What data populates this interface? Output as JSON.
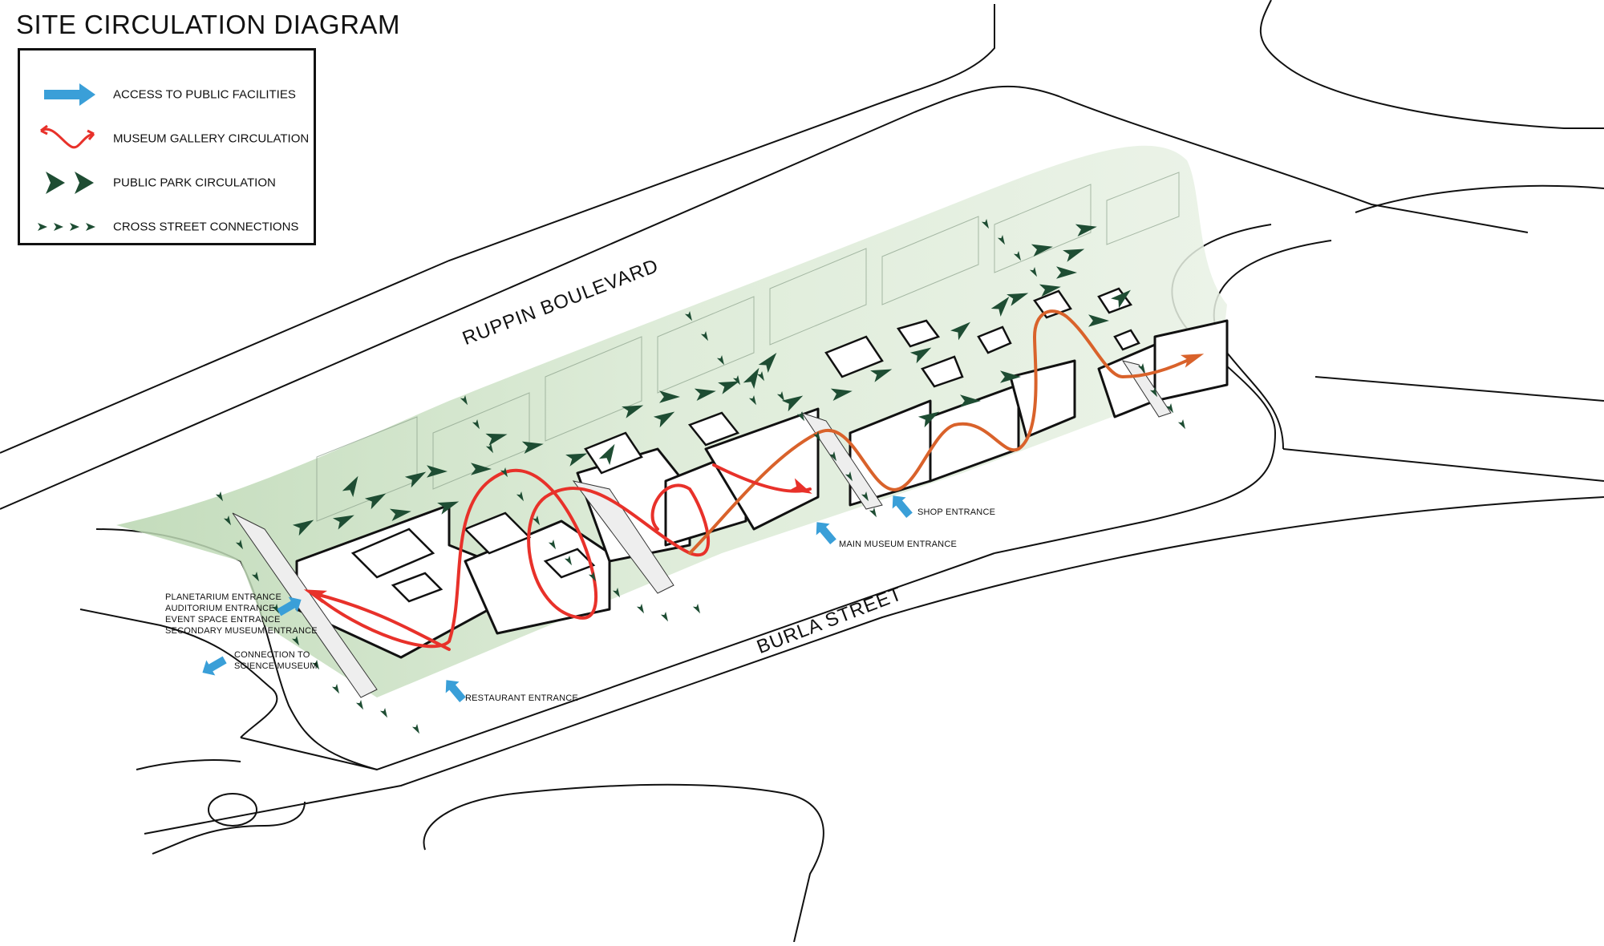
{
  "title": "SITE CIRCULATION DIAGRAM",
  "legend": {
    "items": [
      {
        "label": "ACCESS TO PUBLIC FACILITIES",
        "icon": "blue-arrow-icon"
      },
      {
        "label": "MUSEUM GALLERY CIRCULATION",
        "icon": "red-squiggle-arrow-icon"
      },
      {
        "label": "PUBLIC PARK CIRCULATION",
        "icon": "green-arrowheads-icon"
      },
      {
        "label": "CROSS STREET CONNECTIONS",
        "icon": "small-green-arrowheads-icon"
      }
    ]
  },
  "streets": {
    "north": "RUPPIN BOULEVARD",
    "south": "BURLA STREET"
  },
  "entrances": {
    "west_lines": [
      "PLANETARIUM ENTRANCE",
      "AUDITORIUM ENTRANCE",
      "EVENT SPACE ENTRANCE",
      "SECONDARY MUSEUM ENTRANCE"
    ],
    "connection_lines": [
      "CONNECTION TO",
      "SCIENCE MUSEUM"
    ],
    "restaurant": "RESTAURANT ENTRANCE",
    "main_museum": "MAIN MUSEUM ENTRANCE",
    "shop": "SHOP ENTRANCE"
  },
  "colors": {
    "access_blue": "#3a9fd8",
    "gallery_red": "#e8312a",
    "gallery_orange": "#d9622b",
    "park_green": "#1e4d33",
    "park_fill": "#cfe3c8",
    "line": "#111111"
  }
}
